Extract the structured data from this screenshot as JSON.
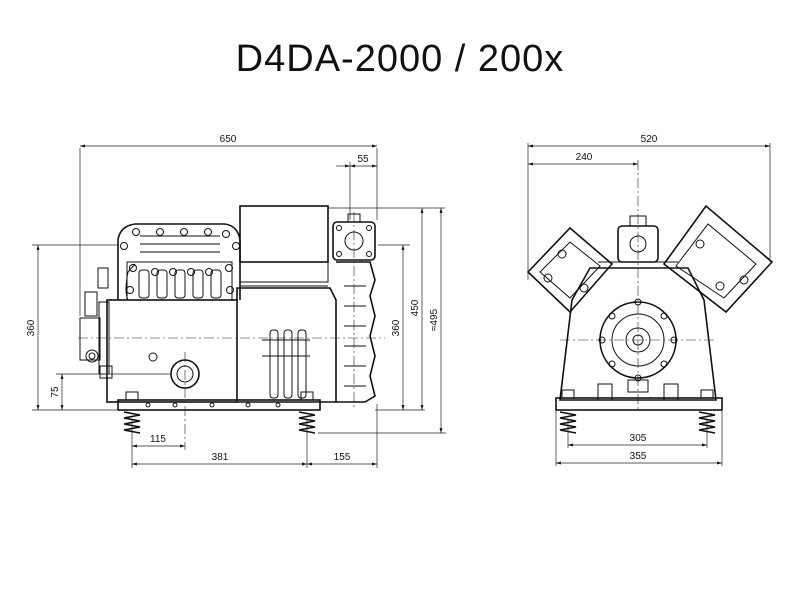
{
  "title": "D4DA-2000 / 200x",
  "side_view": {
    "dim_overall_length": "650",
    "dim_top_offset": "55",
    "dim_height_left": "360",
    "dim_low_height": "75",
    "dim_height_right": "360",
    "dim_height_450": "450",
    "dim_height_total": "≈495",
    "dim_foot_115": "115",
    "dim_foot_381": "381",
    "dim_foot_155": "155"
  },
  "front_view": {
    "dim_width_total": "520",
    "dim_center_240": "240",
    "dim_feet_305": "305",
    "dim_feet_355": "355"
  }
}
